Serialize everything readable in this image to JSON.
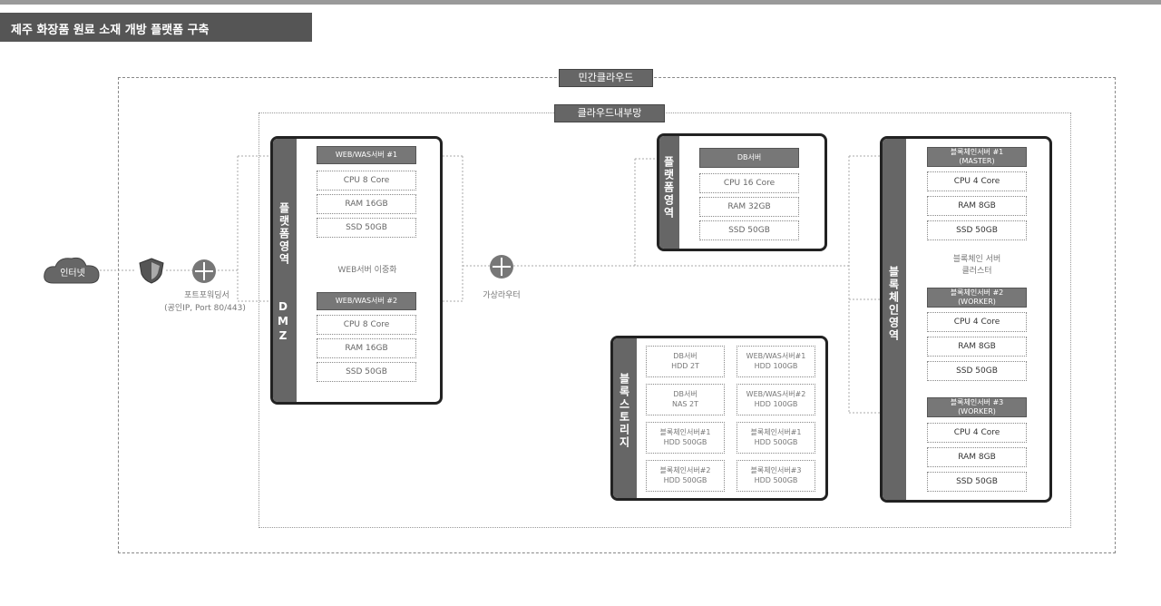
{
  "title": "제주 화장품 원료 소재 개방 플랫폼 구축",
  "regions": {
    "private_cloud": "민간클라우드",
    "cloud_internal": "클라우드내부망"
  },
  "internet": {
    "label": "인터넷",
    "icon": "cloud-icon"
  },
  "firewall": {
    "icon": "firewall-shield-icon"
  },
  "gateway": {
    "icon": "router-icon",
    "label_line1": "포트포워딩서",
    "label_line2": "(공인IP, Port 80/443)"
  },
  "dmz": {
    "strip_top": "플랫폼영역",
    "strip_bottom": "DMZ",
    "server1": {
      "head": "WEB/WAS서버 #1",
      "cells": [
        "CPU 8 Core",
        "RAM 16GB",
        "SSD 50GB"
      ]
    },
    "middle": "WEB서버 이중화",
    "server2": {
      "head": "WEB/WAS서버 #2",
      "cells": [
        "CPU 8 Core",
        "RAM 16GB",
        "SSD 50GB"
      ]
    }
  },
  "virtual_router": {
    "icon": "router-icon",
    "label": "가상라우터"
  },
  "platform_db": {
    "strip": "플랫폼영역",
    "head": "DB서버",
    "cells": [
      "CPU 16 Core",
      "RAM 32GB",
      "SSD 50GB"
    ]
  },
  "storage": {
    "strip": "블록스토리지",
    "cells": [
      "DB서버\nHDD 2T",
      "WEB/WAS서버#1\nHDD 100GB",
      "DB서버\nNAS 2T",
      "WEB/WAS서버#2\nHDD 100GB",
      "블록체인서버#1\nHDD 500GB",
      "블록체인서버#1\nHDD 500GB",
      "블록체인서버#2\nHDD 500GB",
      "블록체인서버#3\nHDD 500GB"
    ]
  },
  "blockchain": {
    "strip": "블록체인영역",
    "node1": {
      "head_line1": "블록체인서버 #1",
      "head_line2": "(MASTER)",
      "cells": [
        "CPU 4 Core",
        "RAM 8GB",
        "SSD 50GB"
      ]
    },
    "middle_line1": "블록체인 서버",
    "middle_line2": "클러스터",
    "node2": {
      "head_line1": "블록체인서버 #2",
      "head_line2": "(WORKER)",
      "cells": [
        "CPU 4 Core",
        "RAM 8GB",
        "SSD 50GB"
      ]
    },
    "node3": {
      "head_line1": "블록체인서버 #3",
      "head_line2": "(WORKER)",
      "cells": [
        "CPU 4 Core",
        "RAM 8GB",
        "SSD 50GB"
      ]
    }
  },
  "colors": {
    "strip": "#666666",
    "panel_border": "#222222",
    "header_bg": "#555555",
    "line": "#aaaaaa"
  }
}
